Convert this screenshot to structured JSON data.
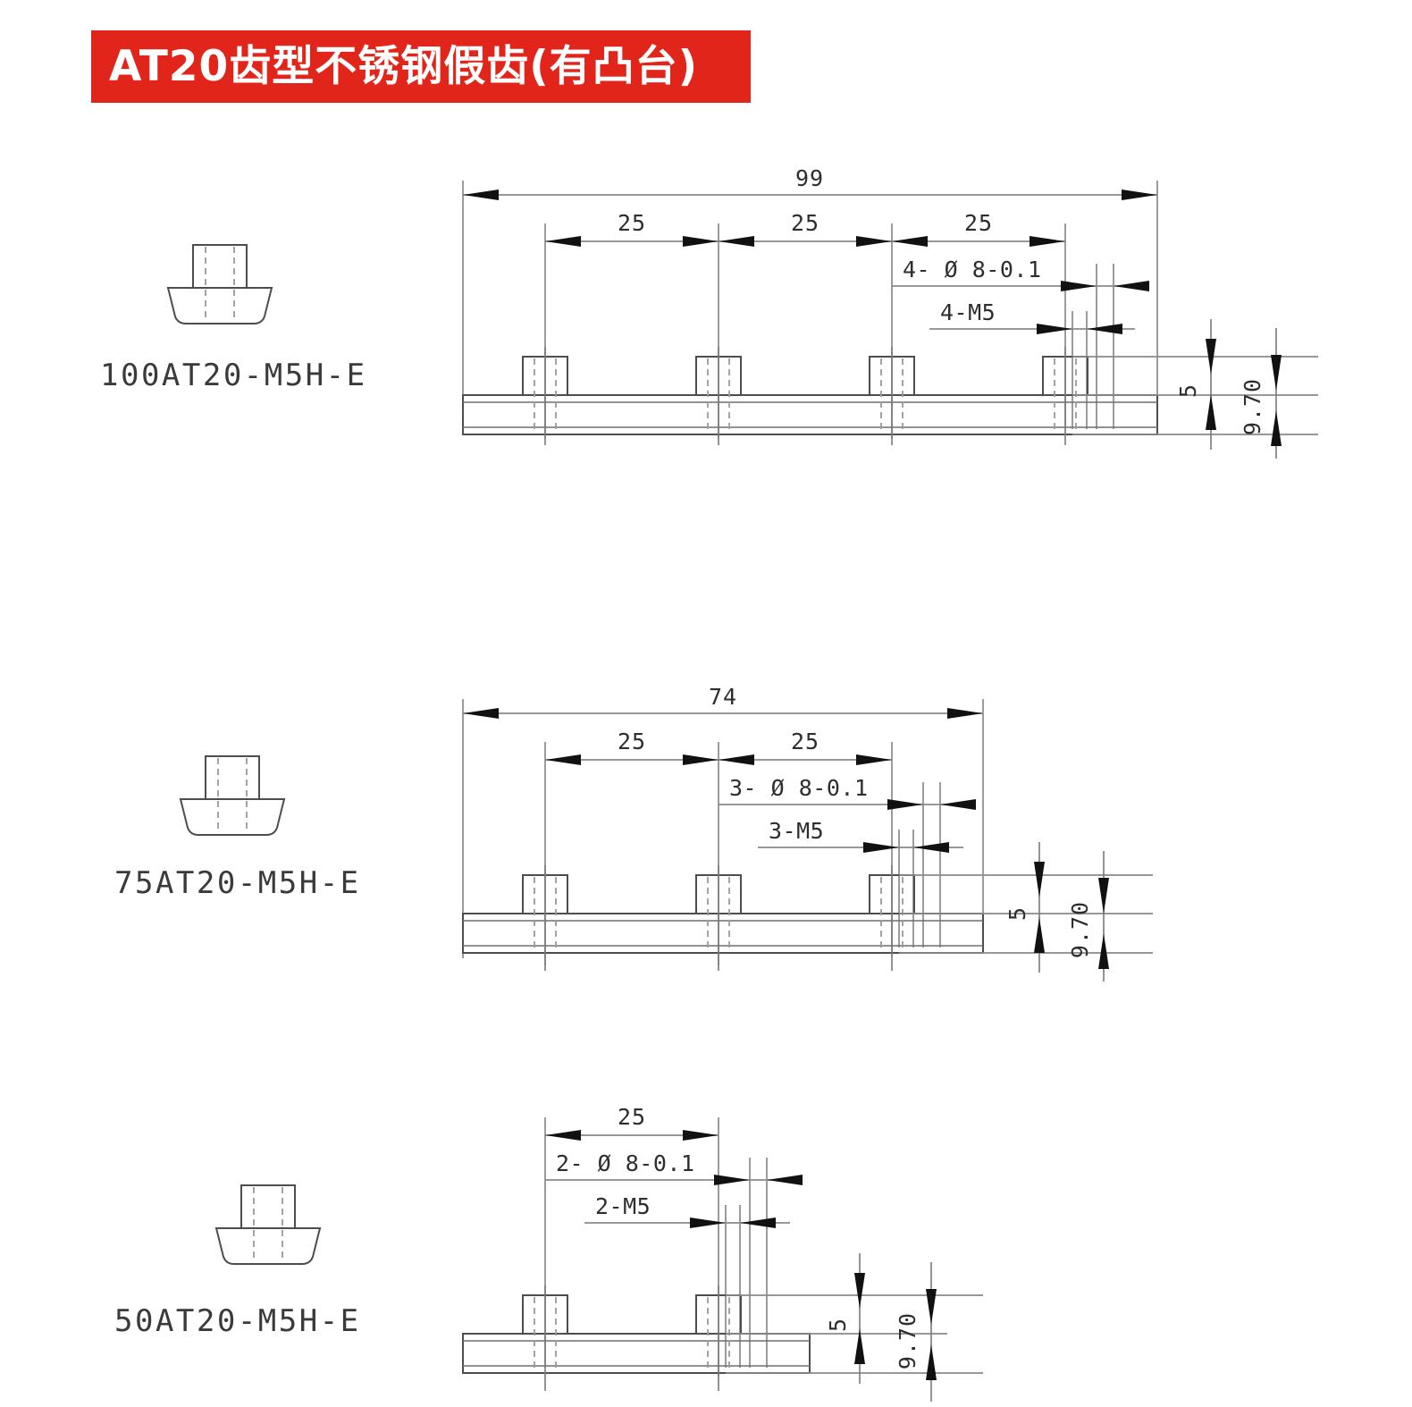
{
  "banner": {
    "title": "AT20齿型不锈钢假齿(有凸台)",
    "bg_color": "#e1251b",
    "text_color": "#ffffff"
  },
  "drawing_style": {
    "line_color": "#4d4d4d",
    "dim_color": "#8a8a8a",
    "text_color": "#2e2e2e",
    "hidden_line_color": "#9a9a9a"
  },
  "parts": [
    {
      "id": "part-100",
      "label": "100AT20-M5H-E",
      "icon_name": "at20-tooth-with-boss-profile",
      "boss_count": 4,
      "dims": {
        "overall_length": "99",
        "pitch_1": "25",
        "pitch_2": "25",
        "pitch_3": "25",
        "hole_callout": "4- Ø 8-0.1",
        "thread_callout": "4-M5",
        "boss_height": "5",
        "total_height": "9.70"
      }
    },
    {
      "id": "part-75",
      "label": "75AT20-M5H-E",
      "icon_name": "at20-tooth-with-boss-profile",
      "boss_count": 3,
      "dims": {
        "overall_length": "74",
        "pitch_1": "25",
        "pitch_2": "25",
        "hole_callout": "3- Ø 8-0.1",
        "thread_callout": "3-M5",
        "boss_height": "5",
        "total_height": "9.70"
      }
    },
    {
      "id": "part-50",
      "label": "50AT20-M5H-E",
      "icon_name": "at20-tooth-with-boss-profile",
      "boss_count": 2,
      "dims": {
        "pitch_1": "25",
        "hole_callout": "2- Ø 8-0.1",
        "thread_callout": "2-M5",
        "boss_height": "5",
        "total_height": "9.70"
      }
    }
  ]
}
